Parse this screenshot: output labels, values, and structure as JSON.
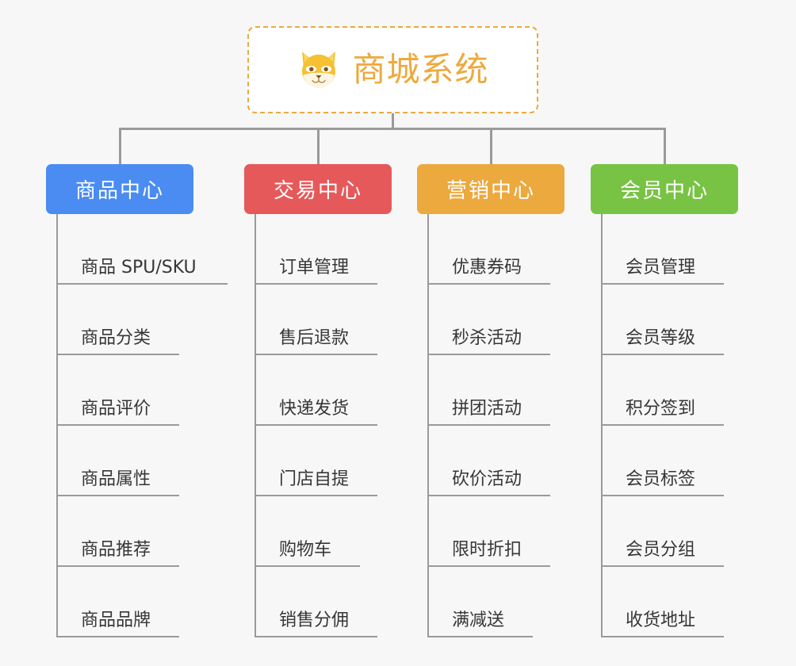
{
  "page": {
    "background_color": "#f7f7f7",
    "type": "org-chart"
  },
  "root": {
    "title": "商城系统",
    "icon": "shiba-dog-face-emoji",
    "text_color": "#eda93e",
    "border_color": "#eda93e",
    "background_color": "#ffffff"
  },
  "connector": {
    "color": "#9a9a9a"
  },
  "columns": [
    {
      "header": "商品中心",
      "color": "#4a8cf2",
      "items": [
        "商品 SPU/SKU",
        "商品分类",
        "商品评价",
        "商品属性",
        "商品推荐",
        "商品品牌"
      ]
    },
    {
      "header": "交易中心",
      "color": "#e5595a",
      "items": [
        "订单管理",
        "售后退款",
        "快递发货",
        "门店自提",
        "购物车",
        "销售分佣"
      ]
    },
    {
      "header": "营销中心",
      "color": "#eba93e",
      "items": [
        "优惠券码",
        "秒杀活动",
        "拼团活动",
        "砍价活动",
        "限时折扣",
        "满减送"
      ]
    },
    {
      "header": "会员中心",
      "color": "#78c344",
      "items": [
        "会员管理",
        "会员等级",
        "积分签到",
        "会员标签",
        "会员分组",
        "收货地址"
      ]
    }
  ]
}
